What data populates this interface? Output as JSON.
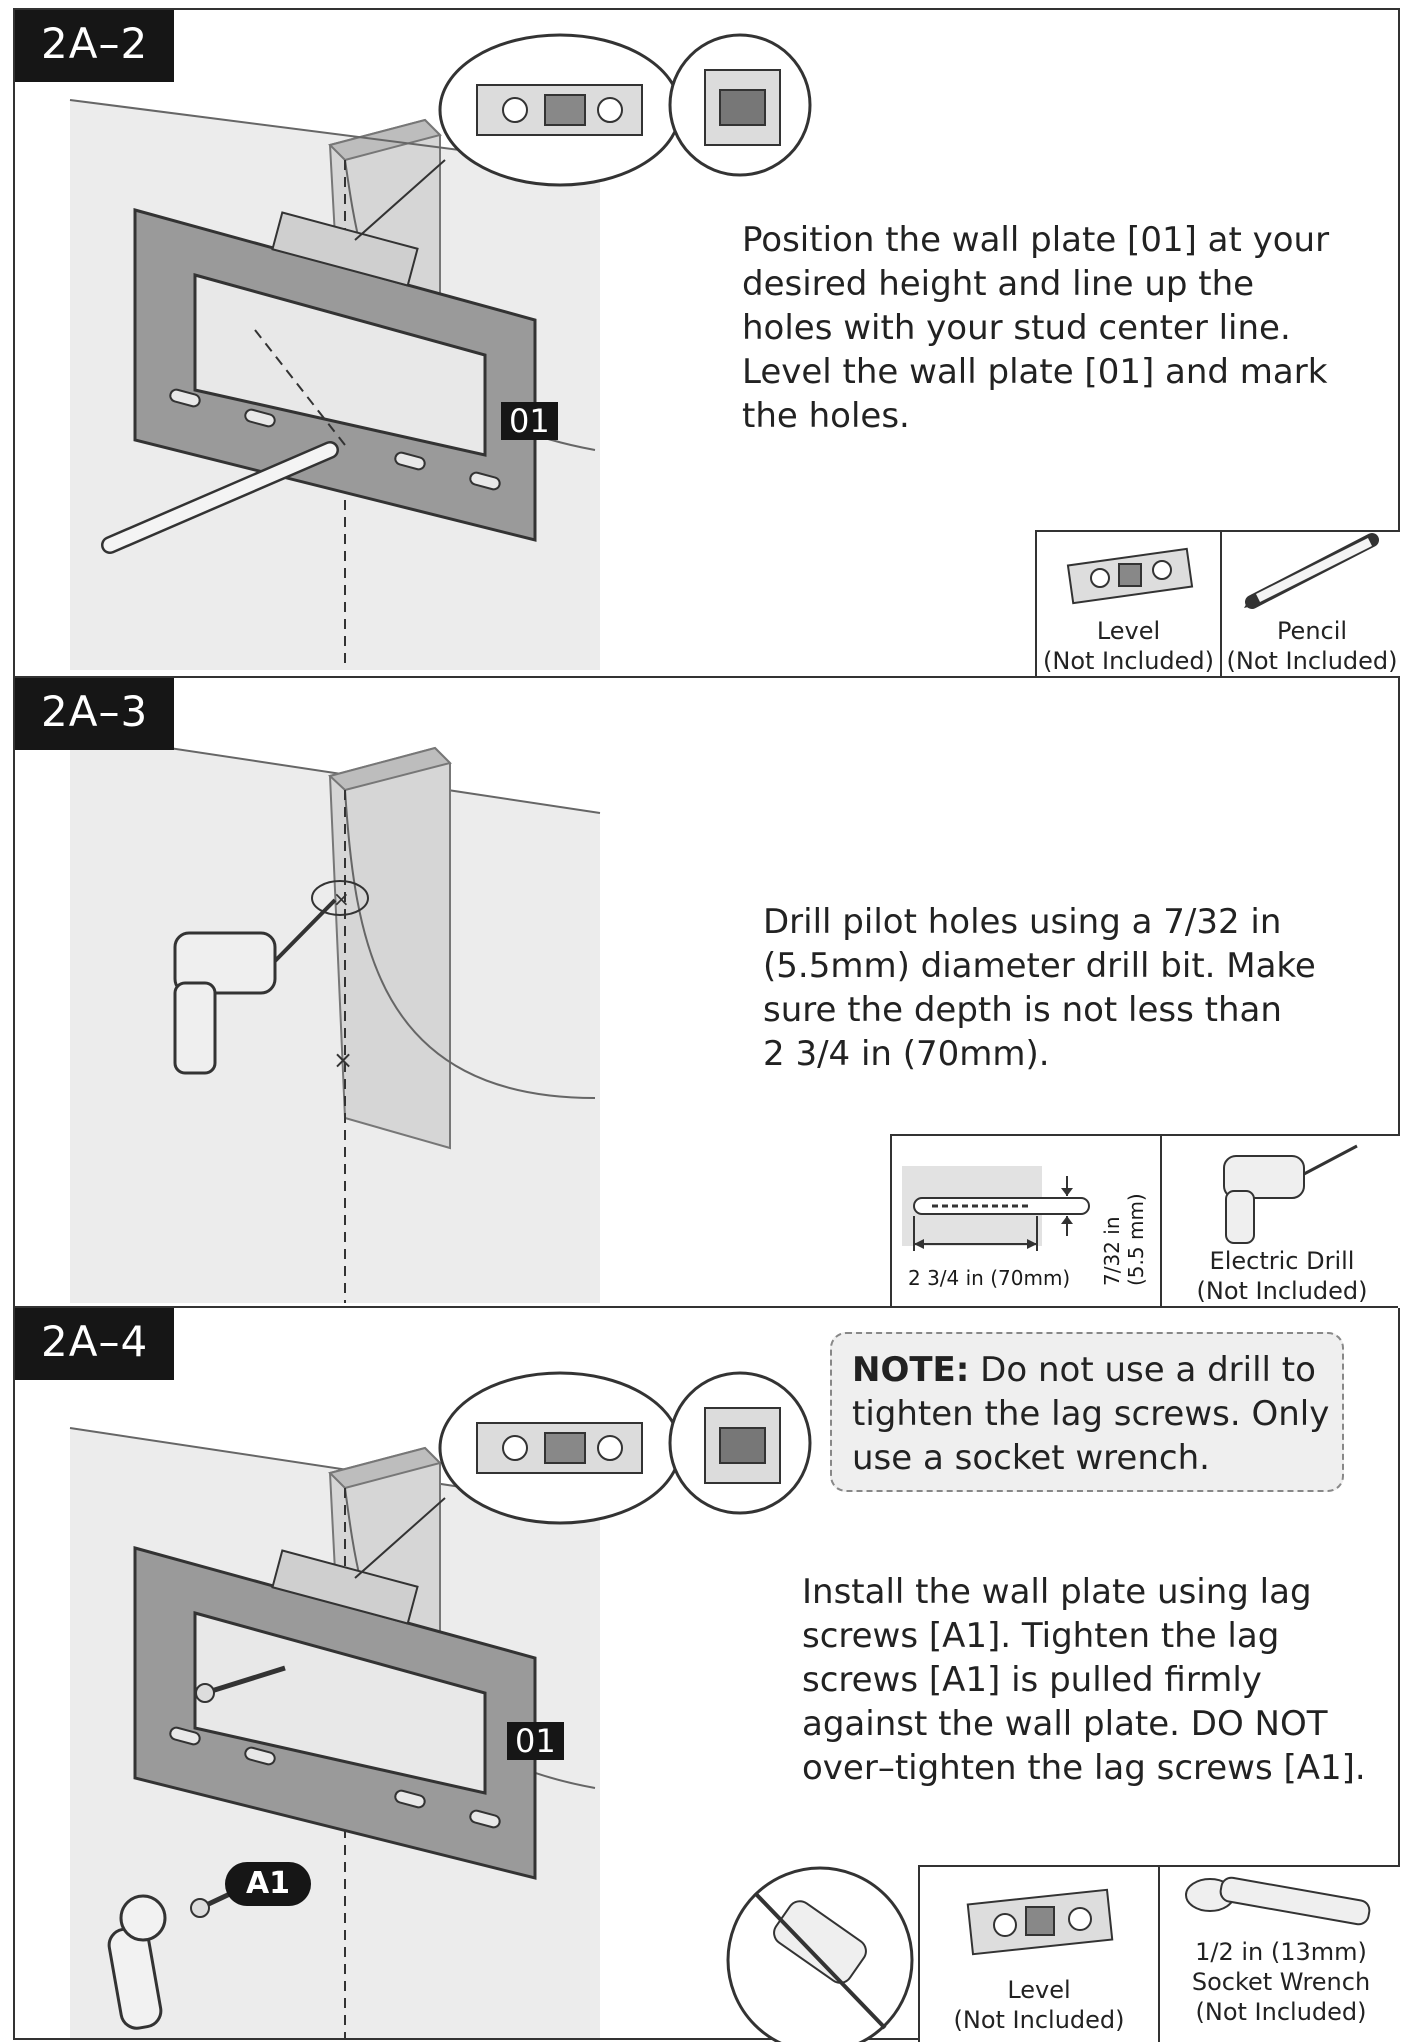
{
  "steps": [
    {
      "label": "2A–2",
      "part_tag": "01",
      "instructions": [
        "Position the wall plate [01] at your",
        "desired height and line up the",
        "holes with your stud center line.",
        "Level the wall plate [01] and mark",
        "the holes."
      ],
      "tools": [
        {
          "icon": "level-icon",
          "name": "Level",
          "note": "(Not Included)"
        },
        {
          "icon": "pencil-icon",
          "name": "Pencil",
          "note": "(Not Included)"
        }
      ]
    },
    {
      "label": "2A–3",
      "instructions": [
        "Drill pilot holes using a 7/32 in",
        "(5.5mm) diameter drill bit. Make",
        "sure the depth is not less than",
        "2 3/4 in (70mm)."
      ],
      "drill_bit": {
        "depth_label": "2 3/4 in (70mm)",
        "diameter_label_1": "7/32 in",
        "diameter_label_2": "(5.5 mm)"
      },
      "tools": [
        {
          "icon": "electric-drill-icon",
          "name": "Electric Drill",
          "note": "(Not Included)"
        }
      ]
    },
    {
      "label": "2A–4",
      "part_tag": "01",
      "screw_tag": "A1",
      "note": {
        "prefix": "NOTE:",
        "lines": [
          " Do not use a drill to",
          "tighten the lag screws. Only",
          "use a socket wrench."
        ]
      },
      "instructions": [
        "Install the wall plate using lag",
        "screws [A1]. Tighten the lag",
        "screws [A1] is pulled firmly",
        "against the wall plate. DO NOT",
        "over–tighten the lag screws [A1]."
      ],
      "tools": [
        {
          "icon": "level-icon",
          "name": "Level",
          "note": "(Not Included)"
        },
        {
          "icon": "socket-wrench-icon",
          "name_line1": "1/2 in (13mm)",
          "name_line2": "Socket Wrench",
          "note": "(Not Included)"
        }
      ]
    }
  ]
}
